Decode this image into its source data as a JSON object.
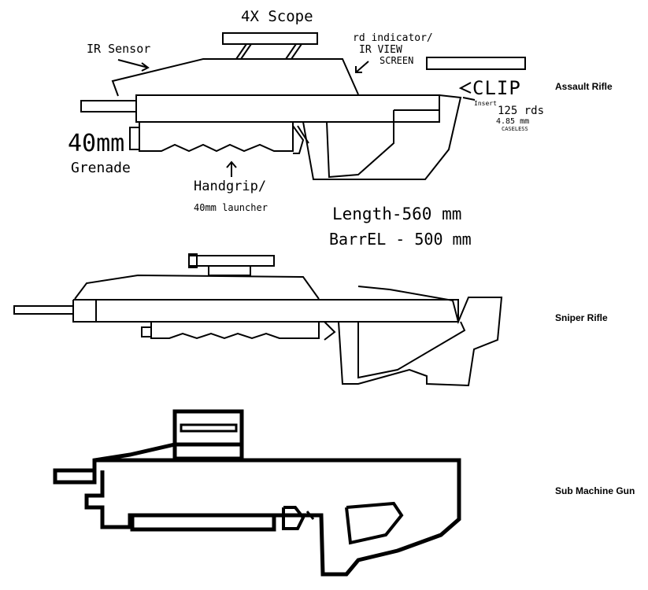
{
  "annotations": {
    "scope": "4X Scope",
    "ir_sensor": "IR Sensor",
    "indicator_line1": "rd indicator/",
    "indicator_line2": "IR VIEW",
    "indicator_line3": "SCREEN",
    "clip": "CLIP",
    "insert": "Insert",
    "rounds": "125 rds",
    "caliber": "4.85 mm",
    "caseless": "CASELESS",
    "grenade_line1": "40mm",
    "grenade_line2": "Grenade",
    "handgrip_line1": "Handgrip/",
    "handgrip_line2": "40mm launcher",
    "length": "Length-560 mm",
    "barrel": "BarrEL - 500 mm"
  },
  "weapons": [
    {
      "label": "Assault Rifle"
    },
    {
      "label": "Sniper Rifle"
    },
    {
      "label": "Sub Machine Gun"
    }
  ]
}
